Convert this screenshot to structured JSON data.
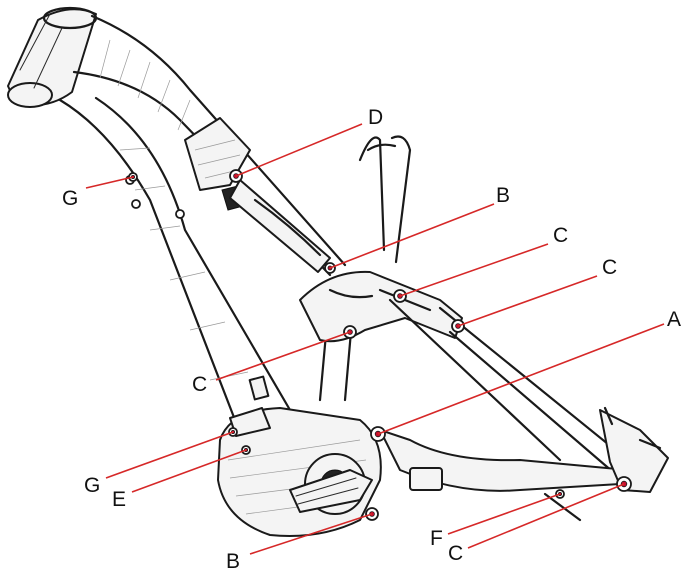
{
  "labels": {
    "D": "D",
    "G_upper": "G",
    "B_upper": "B",
    "C_upper_1": "C",
    "C_upper_2": "C",
    "A": "A",
    "C_left": "C",
    "G_lower": "G",
    "E": "E",
    "B_lower": "B",
    "F": "F",
    "C_lower": "C"
  },
  "colors": {
    "leader_line": "#d62828",
    "line_art": "#1a1a1a",
    "background": "#ffffff"
  }
}
